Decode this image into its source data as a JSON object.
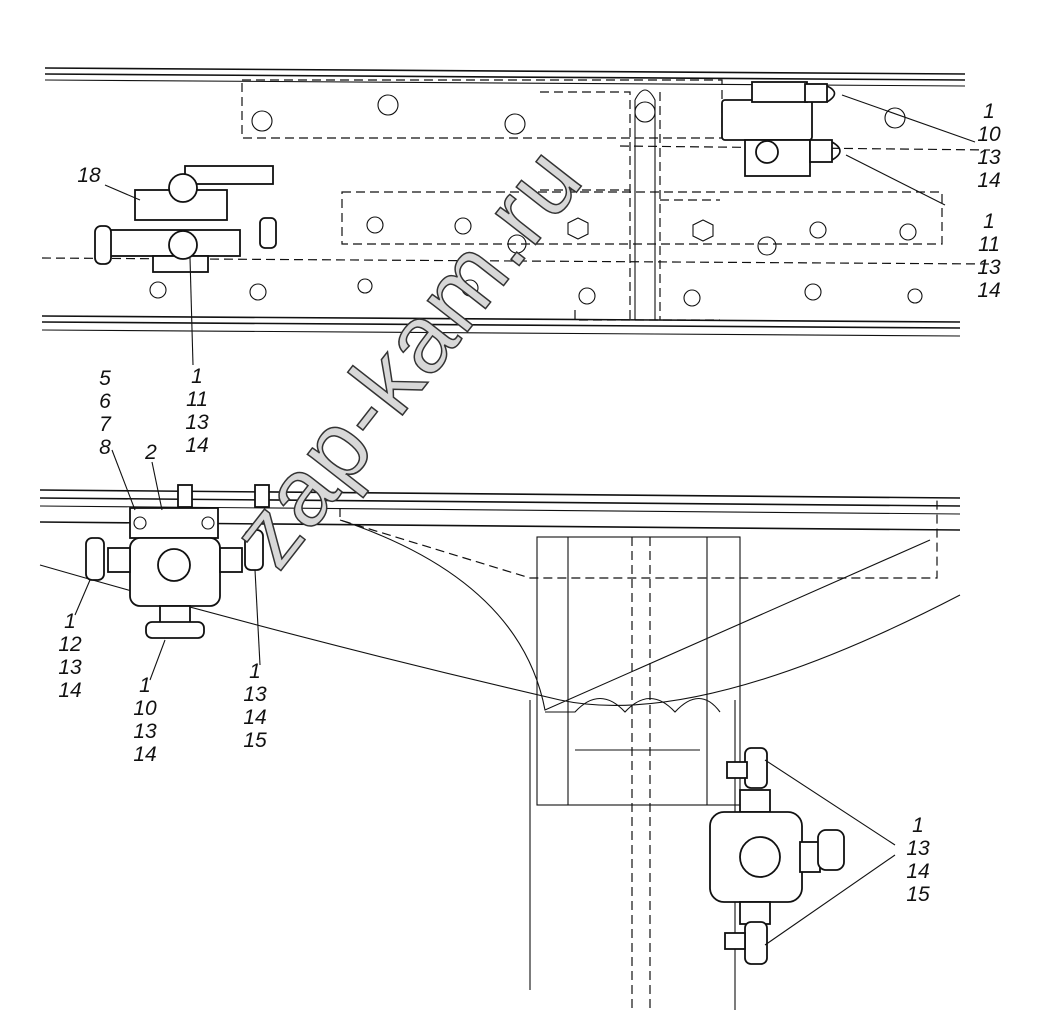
{
  "callouts": {
    "top_right_a": [
      "1",
      "10",
      "13",
      "14"
    ],
    "top_right_b": [
      "1",
      "11",
      "13",
      "14"
    ],
    "left_18": "18",
    "left_upper_valve": [
      "1",
      "11",
      "13",
      "14"
    ],
    "bracket_fasteners": [
      "5",
      "6",
      "7",
      "8"
    ],
    "bracket": "2",
    "lower_left_fitting": [
      "1",
      "12",
      "13",
      "14"
    ],
    "lower_bottom_fitting": [
      "1",
      "10",
      "13",
      "14"
    ],
    "lower_right_fitting": [
      "1",
      "13",
      "14",
      "15"
    ],
    "bottom_right_valve": [
      "1",
      "13",
      "14",
      "15"
    ]
  },
  "watermark": "zap-kam.ru"
}
